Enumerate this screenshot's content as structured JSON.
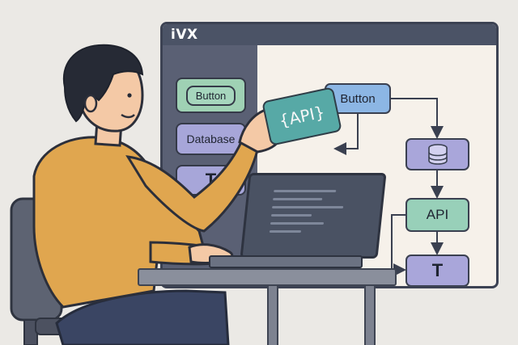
{
  "window": {
    "title": "iVX"
  },
  "sidebar": {
    "items": [
      {
        "label": "Button",
        "icon": "button-component"
      },
      {
        "label": "Database",
        "icon": "database-component"
      },
      {
        "label": "T",
        "icon": "text-component"
      }
    ]
  },
  "flow": {
    "nodes": [
      {
        "label": "Button"
      },
      {
        "label": "",
        "icon": "database-icon"
      },
      {
        "label": "API"
      },
      {
        "label": "T"
      }
    ]
  },
  "card": {
    "label": "{API}"
  },
  "colors": {
    "background": "#ebe9e5",
    "window_frame": "#3c4253",
    "sidebar": "#5a6074",
    "canvas": "#f6f1ea",
    "button_blue": "#8cb6e4",
    "lavender": "#a9a6da",
    "mint": "#98d0b9",
    "teal_card": "#57a9a6",
    "shirt": "#e0a64f",
    "hair": "#262a35"
  }
}
